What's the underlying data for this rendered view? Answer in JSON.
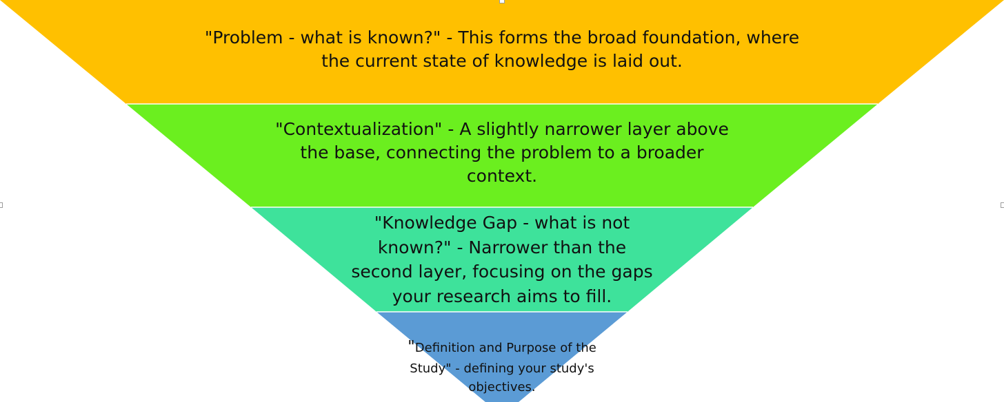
{
  "funnel": {
    "layers": [
      {
        "id": "problem",
        "color": "#ffc000",
        "lines": [
          "\"Problem - what is known?\" - This forms the broad foundation, where",
          "the current state of knowledge is laid out."
        ]
      },
      {
        "id": "contextualization",
        "color": "#6bef1f",
        "lines": [
          "\"Contextualization\" - A slightly narrower layer above",
          "the base, connecting the problem to a broader",
          "context."
        ]
      },
      {
        "id": "knowledge-gap",
        "color": "#3ee29b",
        "lines": [
          "\"Knowledge Gap - what is not",
          "known?\" - Narrower than the",
          "second layer, focusing on the gaps",
          "your research aims to fill."
        ]
      },
      {
        "id": "definition",
        "color": "#5b9bd5",
        "quote_mark": "\"",
        "lines": [
          "Definition and Purpose of the",
          "Study\" - defining your study's",
          "objectives."
        ]
      }
    ]
  }
}
